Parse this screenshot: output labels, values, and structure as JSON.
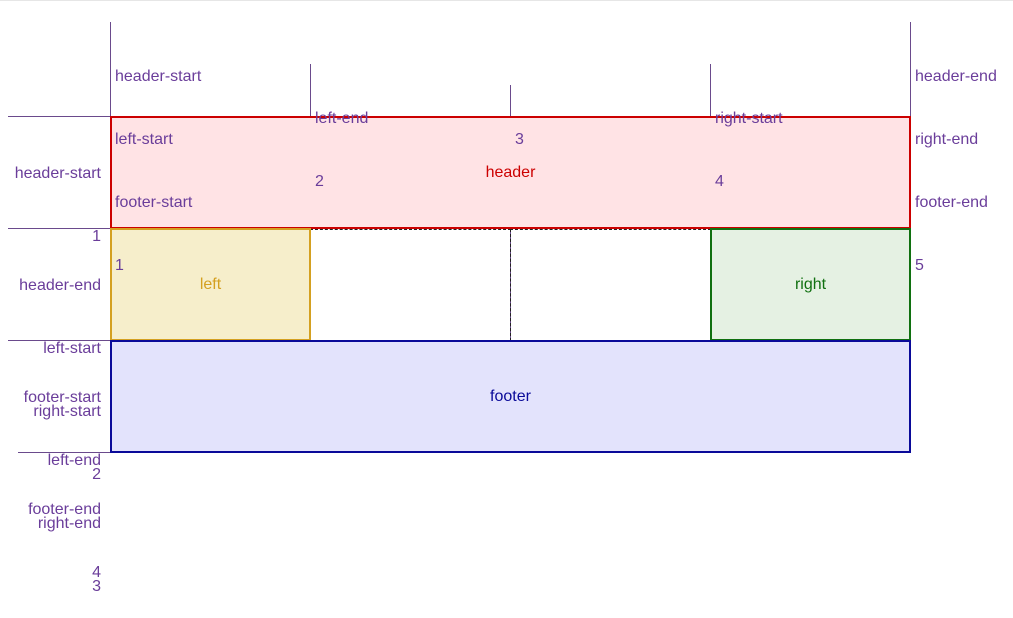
{
  "columns": [
    {
      "names": [
        "header-start",
        "left-start",
        "footer-start"
      ],
      "number": "1"
    },
    {
      "names": [
        "left-end"
      ],
      "number": "2"
    },
    {
      "names": [],
      "number": "3"
    },
    {
      "names": [
        "right-start"
      ],
      "number": "4"
    },
    {
      "names": [
        "header-end",
        "right-end",
        "footer-end"
      ],
      "number": "5"
    }
  ],
  "rows": [
    {
      "names": [
        "header-start"
      ],
      "number": "1"
    },
    {
      "names": [
        "header-end",
        "left-start",
        "right-start"
      ],
      "number": "2"
    },
    {
      "names": [
        "footer-start",
        "left-end",
        "right-end"
      ],
      "number": "3"
    },
    {
      "names": [
        "footer-end"
      ],
      "number": "4"
    }
  ],
  "areas": {
    "header": {
      "label": "header",
      "color": "#cc0000",
      "fill": "#ffe3e5"
    },
    "left": {
      "label": "left",
      "color": "#d4a020",
      "fill": "#f6eecb"
    },
    "right": {
      "label": "right",
      "color": "#107010",
      "fill": "#e5f1e3"
    },
    "footer": {
      "label": "footer",
      "color": "#0a0a99",
      "fill": "#e3e3fc"
    }
  },
  "line_color": "#6a4a8c",
  "label_color": "#6a3d9a"
}
